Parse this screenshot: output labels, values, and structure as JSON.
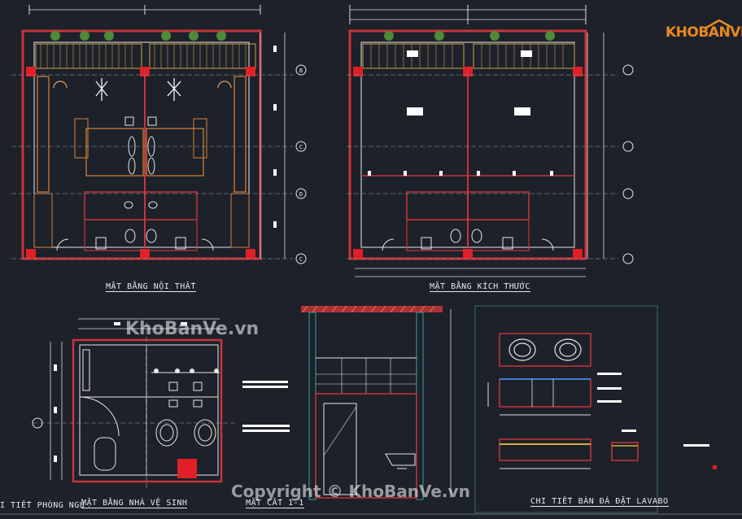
{
  "drawing": {
    "labels": {
      "interior_plan": "MẶT BẰNG NỘI THẤT",
      "dimension_plan": "MẶT BẰNG KÍCH THƯỚC",
      "bedroom_detail": "I TIẾT PHÒNG NGỦ",
      "wc_plan": "MẶT BẰNG NHÀ VỆ SINH",
      "section": "MẶT CẮT 1-1",
      "lavabo_detail": "CHI TIẾT BÀN ĐÁ ĐẶT LAVABO"
    },
    "grid_bubbles": [
      "B",
      "C",
      "D",
      "C"
    ],
    "watermarks": {
      "site": "KhoBanVe.vn",
      "copyright": "Copyright © KhoBanVe.vn"
    },
    "logo_text": "KHOBANVE"
  }
}
